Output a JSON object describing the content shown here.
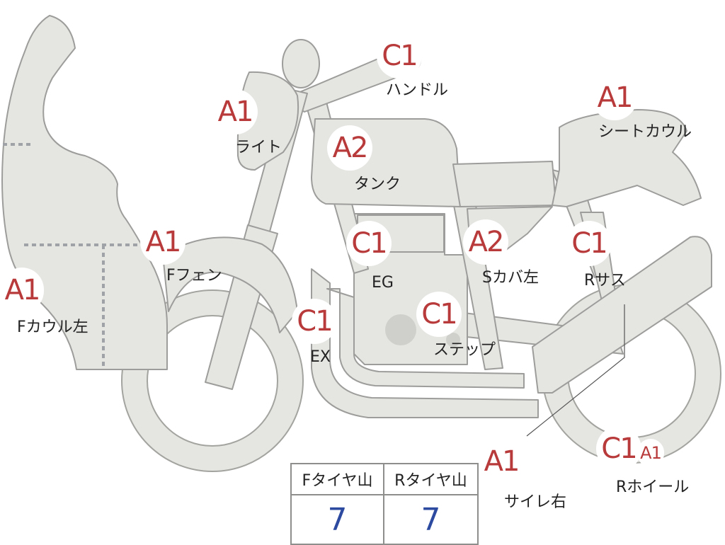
{
  "callouts": [
    {
      "id": "handle",
      "code": "C1",
      "label": "ハンドル"
    },
    {
      "id": "light",
      "code": "A1",
      "label": "ライト"
    },
    {
      "id": "tank",
      "code": "A2",
      "label": "タンク"
    },
    {
      "id": "seat-cowl",
      "code": "A1",
      "label": "シートカウル"
    },
    {
      "id": "f-fender",
      "code": "A1",
      "label": "Fフェン"
    },
    {
      "id": "eg",
      "code": "C1",
      "label": "EG"
    },
    {
      "id": "s-cover-left",
      "code": "A2",
      "label": "Sカバ左"
    },
    {
      "id": "r-suspension",
      "code": "C1",
      "label": "Rサス"
    },
    {
      "id": "f-cowl-left",
      "code": "A1",
      "label": "Fカウル左"
    },
    {
      "id": "ex",
      "code": "C1",
      "label": "EX"
    },
    {
      "id": "step",
      "code": "C1",
      "label": "ステップ"
    },
    {
      "id": "silencer-right",
      "code": "A1",
      "label": "サイレ右"
    },
    {
      "id": "r-wheel",
      "code": "C1",
      "code2": "A1",
      "label": "Rホイール"
    }
  ],
  "tread_table": {
    "front_header": "Fタイヤ山",
    "rear_header": "Rタイヤ山",
    "front_value": "7",
    "rear_value": "7"
  },
  "colors": {
    "part_fill": "#e5e5e2",
    "part_outline": "#9d9d9b",
    "code_text": "#b83a3a",
    "tread_value": "#2c4aa0"
  }
}
